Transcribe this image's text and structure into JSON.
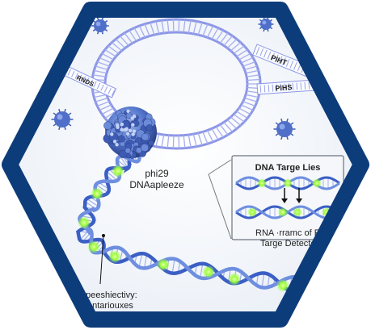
{
  "labels": {
    "polymerase_line1": "phi29",
    "polymerase_line2": "DNAapleeze",
    "inset_title": "DNA Targe Lies",
    "inset_caption_line1": "RNA ·rramc of RN",
    "inset_caption_line2": "Targe Detecto",
    "bottom_line1": "epeeshiectivy:",
    "bottom_line2": "entariouxes",
    "tag_a": "PIHT",
    "tag_b": "PIHS",
    "tag_c": "RNDS"
  },
  "colors": {
    "frame": "#0d3c7a",
    "dna_strand": "#3b5fc4",
    "dna_light": "#6e8ee0",
    "ring": "#8d97e6",
    "highlight": "#9dff3a",
    "protein": "#4f72c9",
    "background": "#f4f7fb"
  },
  "icons": {
    "polymerase": "protein-blob-icon",
    "virus": "virus-particle-icon",
    "arrow": "down-arrow-icon"
  }
}
